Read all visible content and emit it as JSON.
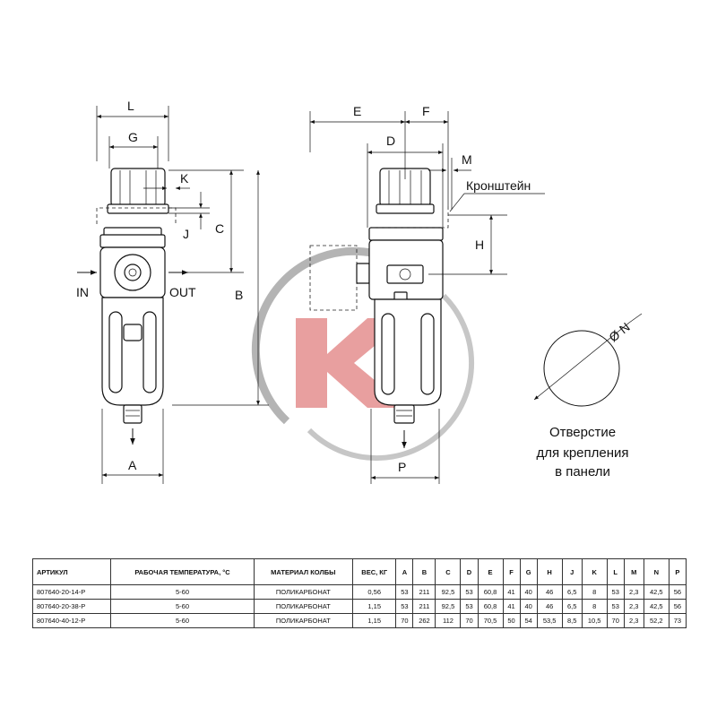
{
  "dimension_labels": {
    "L": "L",
    "G": "G",
    "K": "K",
    "J": "J",
    "C": "C",
    "B": "B",
    "A": "A",
    "E": "E",
    "F": "F",
    "D": "D",
    "M": "M",
    "H": "H",
    "P": "P",
    "N": "Ø N"
  },
  "port_labels": {
    "in": "IN",
    "out": "OUT"
  },
  "bracket_label": "Кронштейн",
  "hole_note": [
    "Отверстие",
    "для крепления",
    "в панели"
  ],
  "colors": {
    "line": "#111111",
    "logo_red": "#e58f8f",
    "logo_gray": "#a8a8a8"
  },
  "logo_letter": "K",
  "table": {
    "headers": [
      "АРТИКУЛ",
      "РАБОЧАЯ ТЕМПЕРАТУРА, °С",
      "МАТЕРИАЛ КОЛБЫ",
      "ВЕС, КГ",
      "A",
      "B",
      "C",
      "D",
      "E",
      "F",
      "G",
      "H",
      "J",
      "K",
      "L",
      "M",
      "N",
      "P"
    ],
    "rows": [
      [
        "807640-20-14-P",
        "5-60",
        "ПОЛИКАРБОНАТ",
        "0,56",
        "53",
        "211",
        "92,5",
        "53",
        "60,8",
        "41",
        "40",
        "46",
        "6,5",
        "8",
        "53",
        "2,3",
        "42,5",
        "56"
      ],
      [
        "807640-20-38-P",
        "5-60",
        "ПОЛИКАРБОНАТ",
        "1,15",
        "53",
        "211",
        "92,5",
        "53",
        "60,8",
        "41",
        "40",
        "46",
        "6,5",
        "8",
        "53",
        "2,3",
        "42,5",
        "56"
      ],
      [
        "807640-40-12-P",
        "5-60",
        "ПОЛИКАРБОНАТ",
        "1,15",
        "70",
        "262",
        "112",
        "70",
        "70,5",
        "50",
        "54",
        "53,5",
        "8,5",
        "10,5",
        "70",
        "2,3",
        "52,2",
        "73"
      ]
    ]
  }
}
